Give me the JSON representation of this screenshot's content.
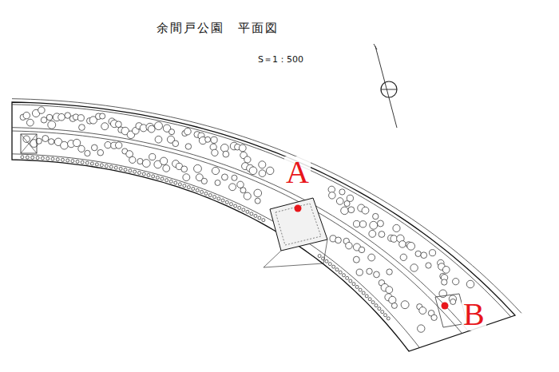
{
  "diagram": {
    "title": "余間戸公園　平面図",
    "labels": [
      "S＝1：500",
      "A",
      "B"
    ]
  }
}
